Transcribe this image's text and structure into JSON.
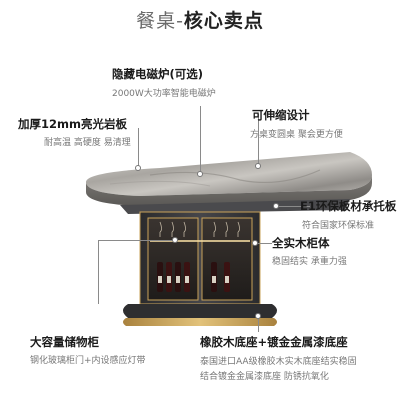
{
  "header": {
    "title_light": "餐桌-",
    "title_bold": "核心卖点"
  },
  "features": {
    "induction": {
      "title": "隐藏电磁炉(可选)",
      "sub": "2000W大功率智能电磁炉"
    },
    "slab": {
      "title": "加厚12mm亮光岩板",
      "sub": "耐高温 高硬度 易清理"
    },
    "extend": {
      "title": "可伸缩设计",
      "sub": "方桌变圆桌 聚会更方便"
    },
    "board": {
      "title": "E1环保板材承托板",
      "sub": "符合国家环保标准"
    },
    "frame": {
      "title": "全实木柜体",
      "sub": "稳固结实 承重力强"
    },
    "storage": {
      "title": "大容量储物柜",
      "sub": "钢化玻璃柜门+内设感应灯带"
    },
    "base": {
      "title": "橡胶木底座+镀金金属漆底座",
      "sub1": "泰国进口AA级橡胶木实木底座结实稳固",
      "sub2": "结合镀金金属漆底座 防锈抗氧化"
    }
  },
  "colors": {
    "marble": "#b9b7b3",
    "cabinet": "#3a3a3c",
    "gold": "#c9a35a",
    "wood": "#8a5a35"
  }
}
